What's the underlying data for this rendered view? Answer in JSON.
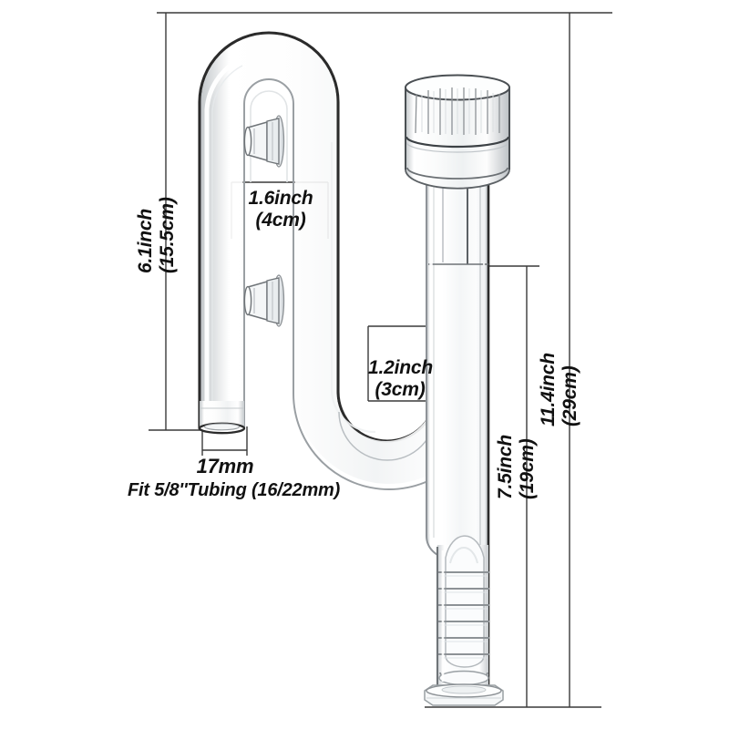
{
  "product": {
    "name": "aquarium-glass-lily-pipe-skimmer",
    "description": "Clear glass aquarium inflow lily pipe with surface skimmer, U-bend tubing connector, two suction cups and ribbed top cap"
  },
  "colors": {
    "background": "#ffffff",
    "glass_outline": "#2b2b2b",
    "glass_outline_soft": "#8e8e8e",
    "glass_fill": "#fbfcfc",
    "glass_highlight": "#ffffff",
    "glass_shade": "#d9dcde",
    "dimension_line": "#3a3a3a",
    "text": "#111111"
  },
  "dimensions": {
    "left_height": {
      "id": "dim-6-1-inch",
      "inch": "6.1inch",
      "metric": "(15.5cm)",
      "orientation": "vertical"
    },
    "upper_width": {
      "id": "dim-1-6-inch",
      "inch": "1.6inch",
      "metric": "(4cm)",
      "orientation": "horizontal"
    },
    "mid_width": {
      "id": "dim-1-2-inch",
      "inch": "1.2inch",
      "metric": "(3cm)",
      "orientation": "horizontal"
    },
    "inner_height": {
      "id": "dim-7-5-inch",
      "inch": "7.5inch",
      "metric": "(19cm)",
      "orientation": "vertical"
    },
    "total_height": {
      "id": "dim-11-4-inch",
      "inch": "11.4inch",
      "metric": "(29cm)",
      "orientation": "vertical"
    },
    "tube_diameter": {
      "id": "dim-17mm",
      "value": "17mm",
      "orientation": "horizontal"
    },
    "tubing_fit": {
      "id": "note-tubing-fit",
      "text": "Fit 5/8''Tubing (16/22mm)"
    }
  },
  "parts": [
    {
      "name": "top-cap",
      "label": "ribbed top cap"
    },
    {
      "name": "main-body-tube",
      "label": "main vertical body tube"
    },
    {
      "name": "skimmer-intake",
      "label": "slotted skimmer intake"
    },
    {
      "name": "base-foot",
      "label": "flared base foot"
    },
    {
      "name": "u-bend-top",
      "label": "upper U-bend"
    },
    {
      "name": "u-bend-bottom",
      "label": "lower U-bend"
    },
    {
      "name": "inlet-tube",
      "label": "tubing inlet stem"
    },
    {
      "name": "suction-cup-upper",
      "label": "upper suction cup"
    },
    {
      "name": "suction-cup-lower",
      "label": "lower suction cup"
    }
  ]
}
